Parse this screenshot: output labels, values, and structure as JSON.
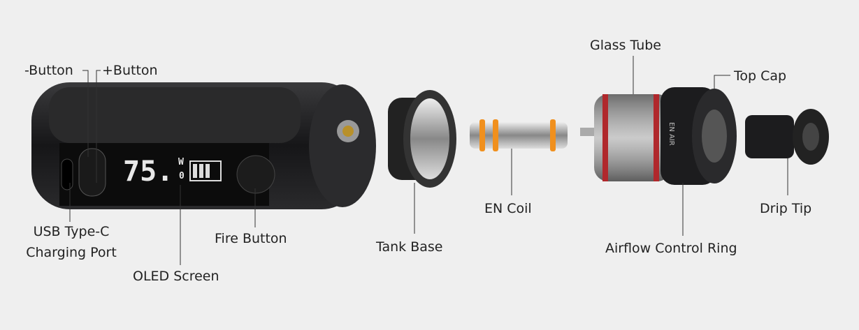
{
  "labels": {
    "minus_button": "-Button",
    "plus_button": "+Button",
    "usb_port_line1": "USB Type-C",
    "usb_port_line2": "Charging Port",
    "oled_screen": "OLED Screen",
    "fire_button": "Fire Button",
    "tank_base": "Tank Base",
    "en_coil": "EN Coil",
    "glass_tube": "Glass Tube",
    "top_cap": "Top Cap",
    "drip_tip": "Drip Tip",
    "airflow_ring": "Airflow Control Ring"
  },
  "screen": {
    "power_value": "75.",
    "power_decimal": "0",
    "power_unit": "W",
    "battery_bars": 3,
    "battery_level_percent": 75
  },
  "tank_engraving": "EN AIR",
  "colors": {
    "background": "#efefef",
    "device_body": "#1c1c1e",
    "accent_red": "#b0282c",
    "coil_orange": "#f0901e"
  }
}
